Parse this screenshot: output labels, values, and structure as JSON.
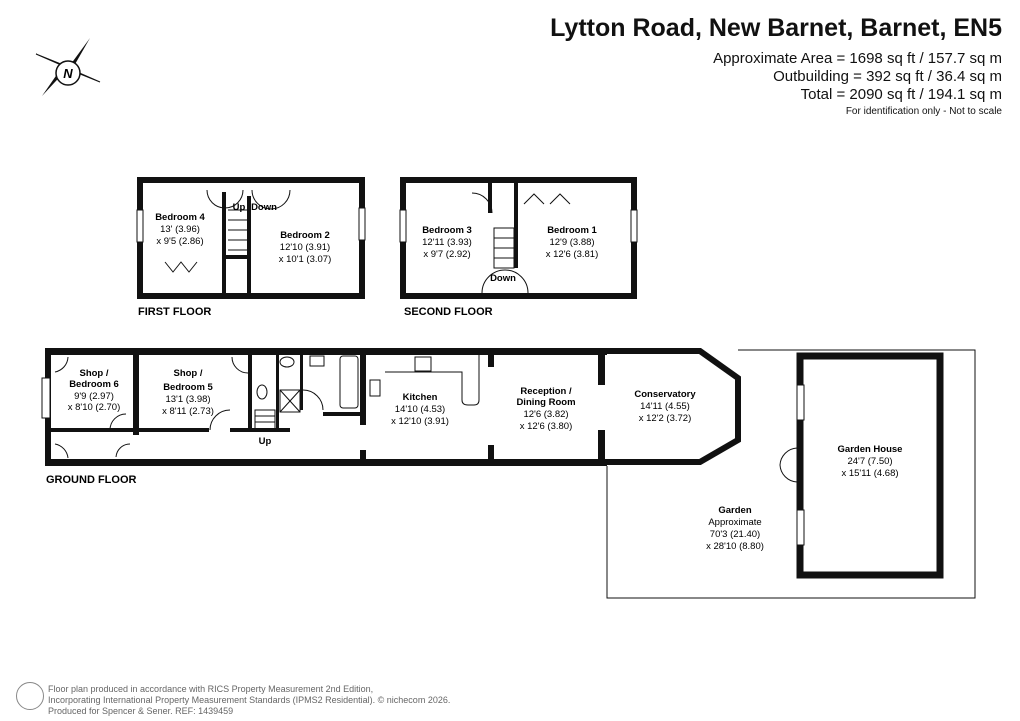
{
  "header": {
    "title": "Lytton Road, New Barnet, Barnet, EN5",
    "approx_area": "Approximate Area = 1698 sq ft / 157.7 sq m",
    "outbuilding": "Outbuilding = 392 sq ft / 36.4 sq m",
    "total": "Total = 2090 sq ft / 194.1 sq m",
    "note": "For identification only - Not to scale"
  },
  "compass": {
    "icon": "north-compass-icon",
    "label": "N"
  },
  "floors": {
    "first": "FIRST FLOOR",
    "second": "SECOND FLOOR",
    "ground": "GROUND FLOOR"
  },
  "stairs": {
    "up": "Up",
    "down": "Down"
  },
  "rooms": {
    "bedroom4": {
      "name": "Bedroom 4",
      "dim1": "13' (3.96)",
      "dim2": "x 9'5 (2.86)"
    },
    "bedroom2": {
      "name": "Bedroom 2",
      "dim1": "12'10 (3.91)",
      "dim2": "x 10'1 (3.07)"
    },
    "bedroom3": {
      "name": "Bedroom 3",
      "dim1": "12'11 (3.93)",
      "dim2": "x 9'7 (2.92)"
    },
    "bedroom1": {
      "name": "Bedroom 1",
      "dim1": "12'9 (3.88)",
      "dim2": "x 12'6 (3.81)"
    },
    "bedroom6": {
      "name1": "Shop /",
      "name2": "Bedroom 6",
      "dim1": "9'9 (2.97)",
      "dim2": "x 8'10 (2.70)"
    },
    "bedroom5": {
      "name1": "Shop /",
      "name2": "Bedroom 5",
      "dim1": "13'1 (3.98)",
      "dim2": "x 8'11 (2.73)"
    },
    "kitchen": {
      "name": "Kitchen",
      "dim1": "14'10 (4.53)",
      "dim2": "x 12'10 (3.91)"
    },
    "reception": {
      "name1": "Reception /",
      "name2": "Dining Room",
      "dim1": "12'6 (3.82)",
      "dim2": "x 12'6 (3.80)"
    },
    "conservatory": {
      "name": "Conservatory",
      "dim1": "14'11 (4.55)",
      "dim2": "x 12'2 (3.72)"
    },
    "garden": {
      "name": "Garden",
      "name2": "Approximate",
      "dim1": "70'3 (21.40)",
      "dim2": "x 28'10 (8.80)"
    },
    "garden_house": {
      "name": "Garden House",
      "dim1": "24'7 (7.50)",
      "dim2": "x 15'11 (4.68)"
    }
  },
  "footer": {
    "line1": "Floor plan produced in accordance with RICS Property Measurement 2nd Edition,",
    "line2": "Incorporating International Property Measurement Standards (IPMS2 Residential).   © nichecom 2026.",
    "line3": "Produced for Spencer & Sener.   REF: 1439459"
  }
}
